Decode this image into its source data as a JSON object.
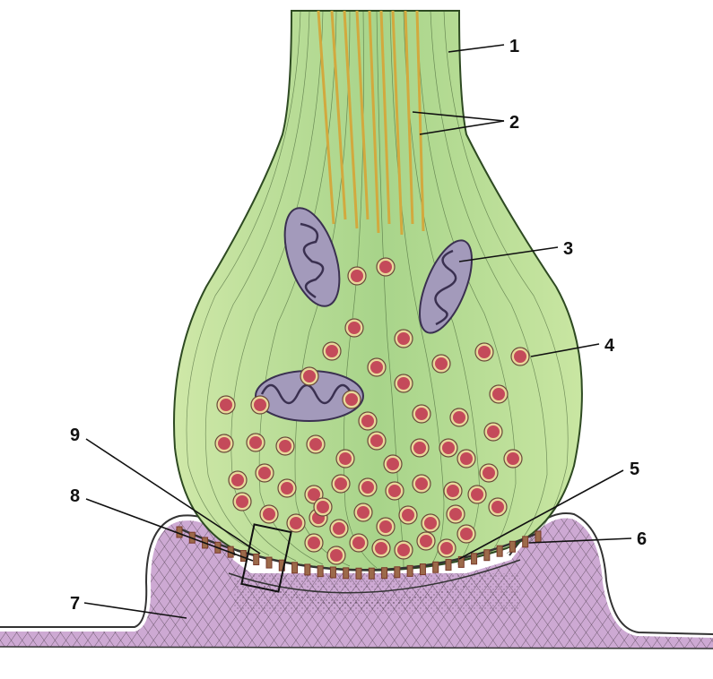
{
  "labels": [
    "1",
    "2",
    "3",
    "4",
    "5",
    "6",
    "7",
    "8",
    "9"
  ],
  "colors": {
    "bouton_fill": "#bfe09a",
    "bouton_edge": "#3a5a2a",
    "neurofilament": "#d8b24a",
    "mitochondrion": "#9a8fb0",
    "vesicle_core": "#c44a5a",
    "vesicle_ring": "#e8d89a",
    "postsynaptic": "#b98ec0",
    "cleft_cell": "#7a3a2a"
  }
}
